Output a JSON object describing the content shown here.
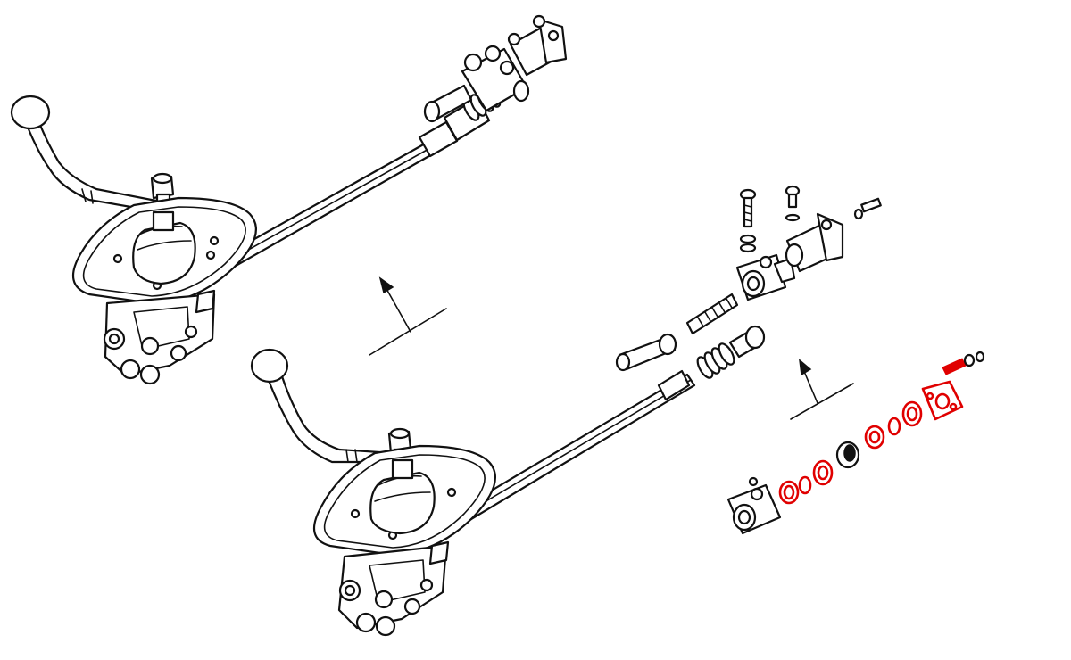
{
  "colors": {
    "line": "#111111",
    "highlight": "#e00000",
    "background": "#ffffff"
  },
  "assemblies": [
    {
      "name": "gear-shift-assembly-upper",
      "exploded": false
    },
    {
      "name": "gear-shift-assembly-lower",
      "exploded": true
    }
  ],
  "highlighted_parts": [
    "o-ring-set",
    "seal-washers",
    "flange-plate",
    "retaining-ring"
  ]
}
